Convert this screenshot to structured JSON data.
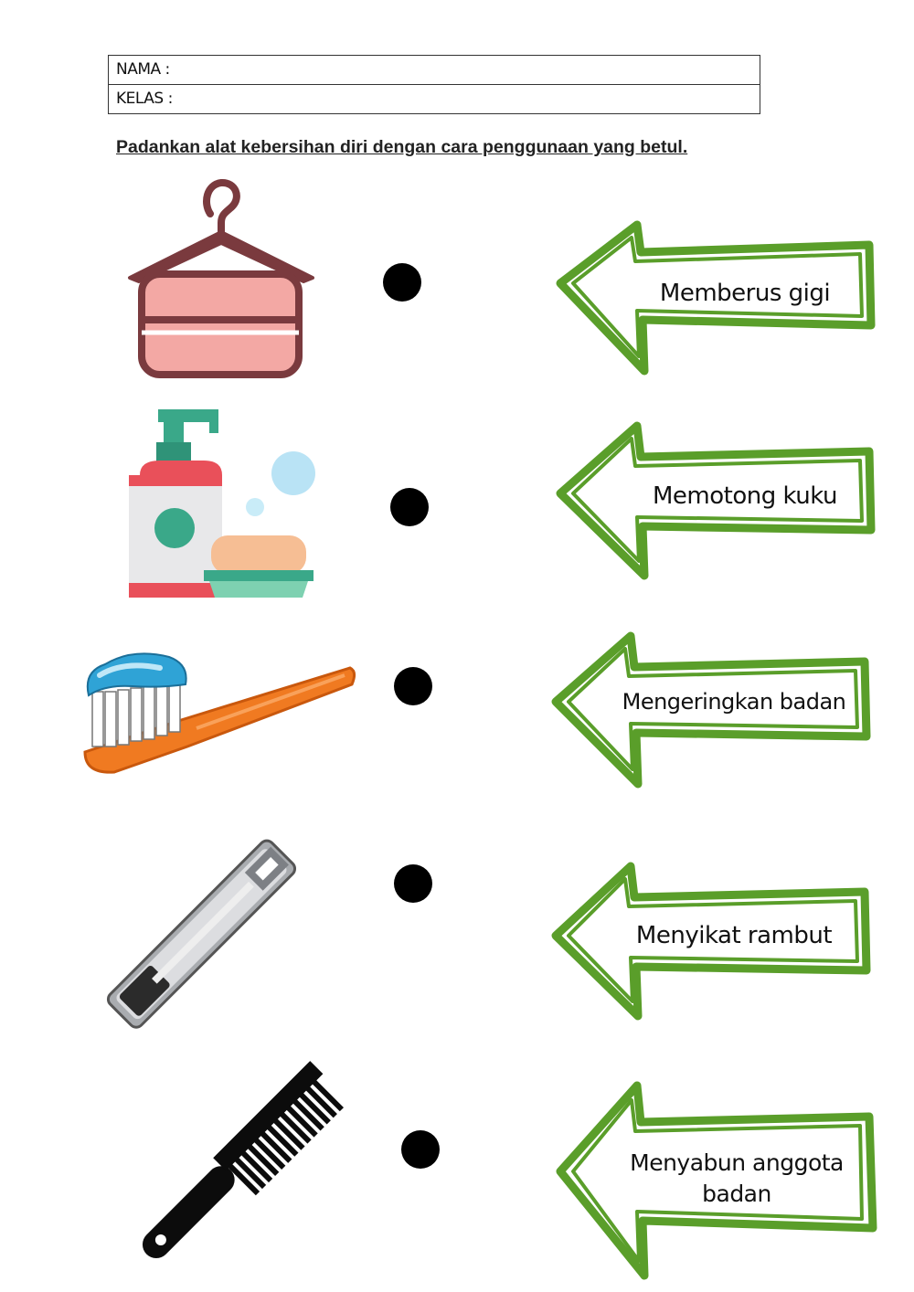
{
  "header": {
    "name_label": "NAMA :",
    "class_label": "KELAS :"
  },
  "instruction": "Padankan alat kebersihan diri dengan cara penggunaan yang betul.",
  "items": [
    {
      "icon": "towel-hanger-icon"
    },
    {
      "icon": "soap-bottle-icon"
    },
    {
      "icon": "toothbrush-icon"
    },
    {
      "icon": "nail-clipper-icon"
    },
    {
      "icon": "comb-icon"
    }
  ],
  "options": [
    {
      "label": "Memberus gigi"
    },
    {
      "label": "Memotong kuku"
    },
    {
      "label": "Mengeringkan badan"
    },
    {
      "label": "Menyikat rambut"
    },
    {
      "label": "Menyabun anggota badan"
    }
  ],
  "colors": {
    "arrow_green": "#5a9e2a",
    "dot": "#000000"
  }
}
